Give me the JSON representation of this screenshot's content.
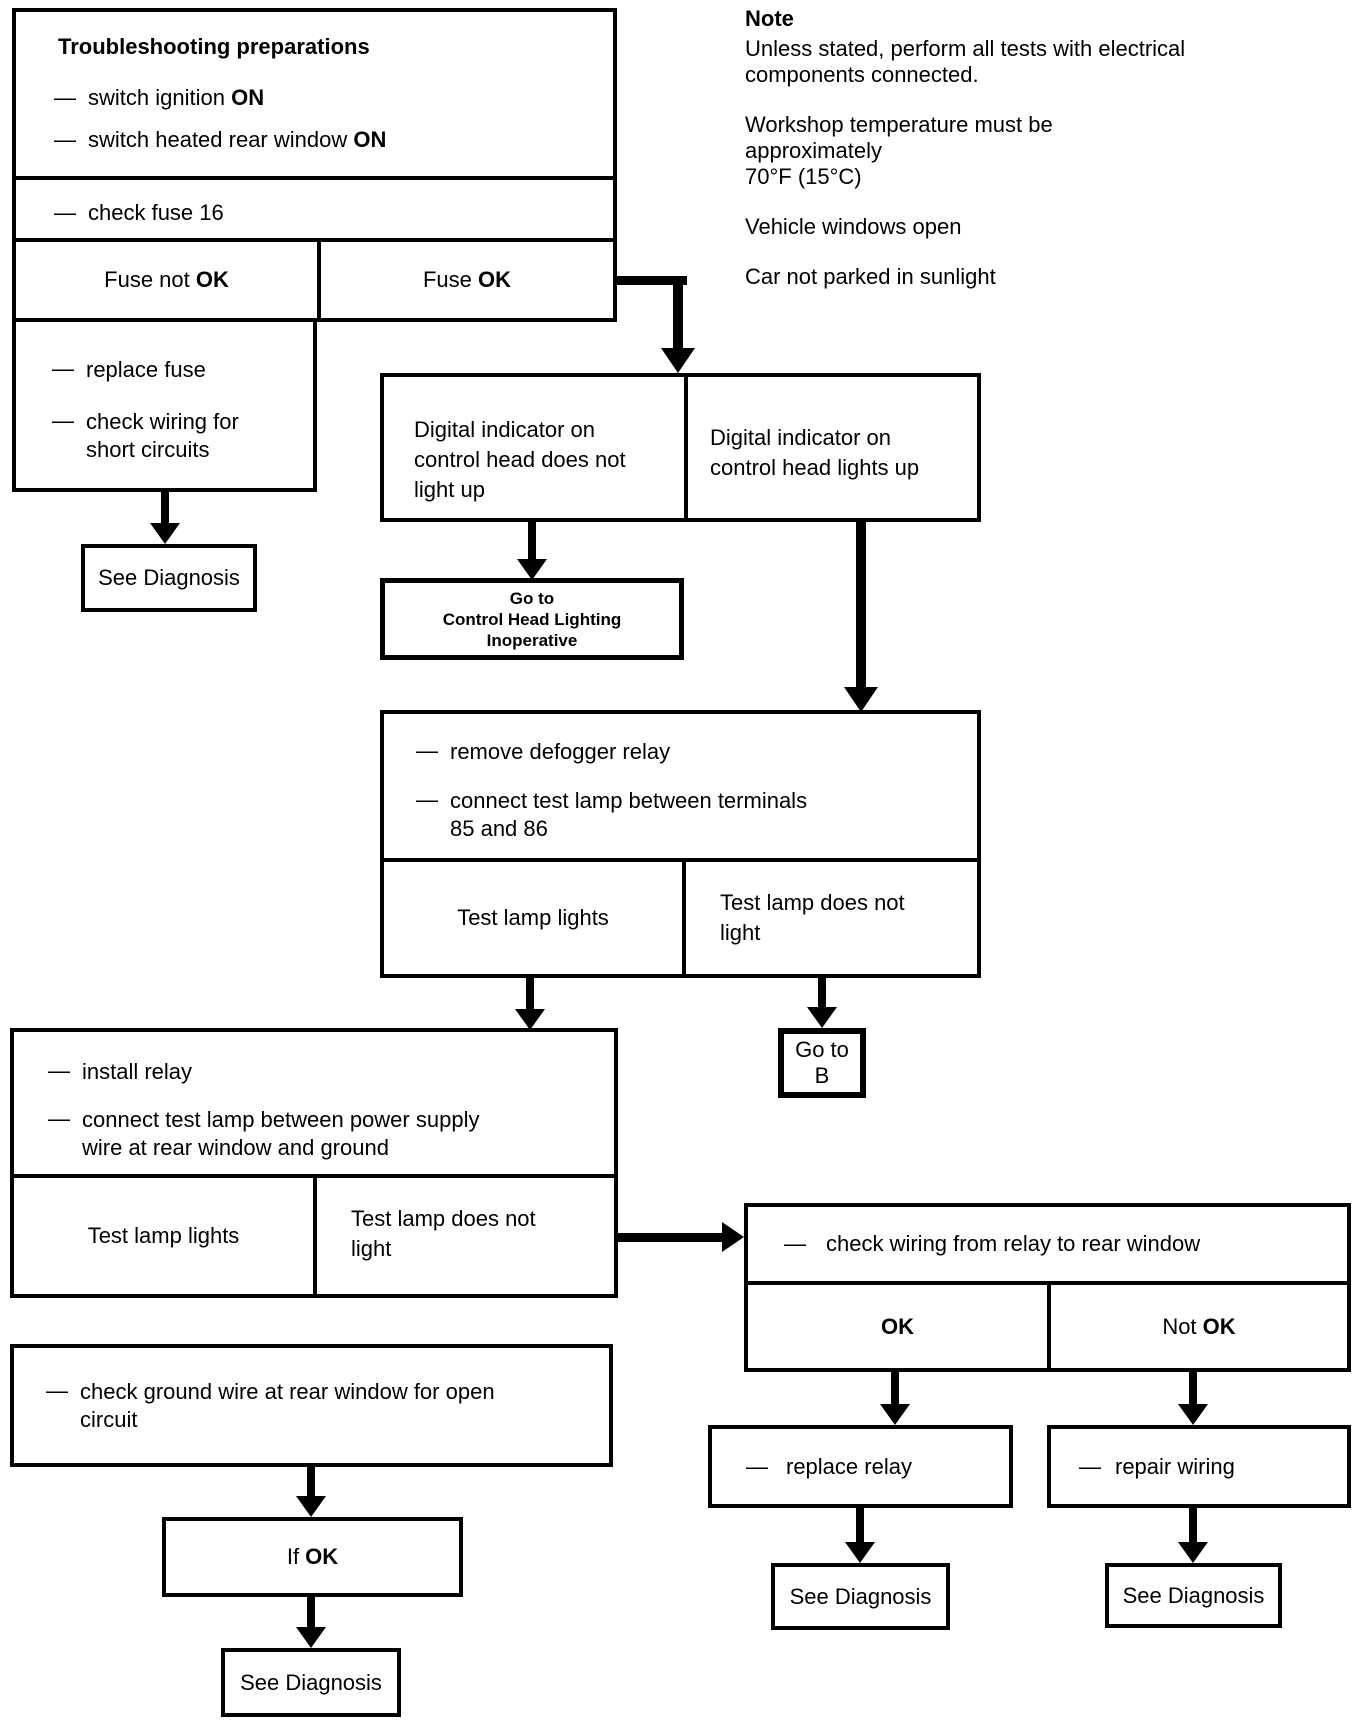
{
  "glyphs": {
    "dash": "—"
  },
  "prep": {
    "title": "Troubleshooting preparations",
    "item1": {
      "text": "switch ignition ",
      "bold": "ON"
    },
    "item2": {
      "text": "switch heated rear window ",
      "bold": "ON"
    },
    "check_fuse": "check fuse 16"
  },
  "fuse": {
    "not_ok": {
      "text": "Fuse not ",
      "bold": "OK"
    },
    "ok": {
      "text": "Fuse ",
      "bold": "OK"
    }
  },
  "note": {
    "title": "Note",
    "para1": [
      "Unless stated, perform all tests with electrical",
      "components connected."
    ],
    "para2": [
      "Workshop temperature must be approximately",
      "70°F (15°C)"
    ],
    "para3": [
      "Vehicle windows open"
    ],
    "para4": [
      "Car not parked in sunlight"
    ]
  },
  "replace_fuse": {
    "item1": [
      "replace fuse"
    ],
    "item2": [
      "check wiring for",
      "short circuits"
    ]
  },
  "labels": {
    "see_diagnosis": "See Diagnosis"
  },
  "digital": {
    "not_light": [
      "Digital indicator on",
      "control head does not",
      "light up"
    ],
    "lights": [
      "Digital indicator on",
      "control head lights up"
    ]
  },
  "goto_chl": [
    "Go to",
    "Control Head Lighting",
    "Inoperative"
  ],
  "relay_test": {
    "item1": [
      "remove defogger relay"
    ],
    "item2": [
      "connect test lamp between terminals",
      "85 and 86"
    ],
    "lamp_lights": "Test lamp lights",
    "lamp_not": [
      "Test lamp does not",
      "light"
    ]
  },
  "goto_b": [
    "Go to",
    "B"
  ],
  "install": {
    "item1": [
      "install relay"
    ],
    "item2": [
      "connect test lamp between power supply",
      "wire at rear window and ground"
    ],
    "lamp_lights": "Test lamp lights",
    "lamp_not": [
      "Test lamp does not",
      "light"
    ]
  },
  "check_wiring": {
    "text": "check wiring from relay to rear window",
    "ok_bold": "OK",
    "not_ok": {
      "text": "Not ",
      "bold": "OK"
    }
  },
  "check_ground": [
    "check ground wire at rear window for open",
    "circuit"
  ],
  "if_ok": {
    "text": "If ",
    "bold": "OK"
  },
  "replace_relay": "replace relay",
  "repair_wiring": "repair wiring"
}
